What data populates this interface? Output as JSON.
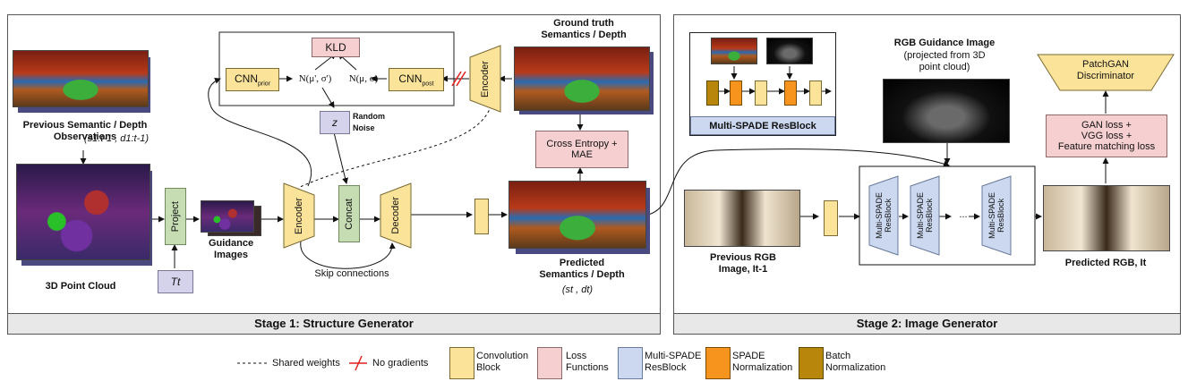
{
  "stage1": {
    "label": "Stage 1: Structure Generator"
  },
  "stage2": {
    "label": "Stage 2: Image Generator"
  },
  "vae": {
    "kld": "KLD",
    "cnn_prior": "CNN",
    "cnn_prior_sub": "prior",
    "n_prior": "N(μ', σ')",
    "n_post": "N(μ, σ)",
    "cnn_post": "CNN",
    "cnn_post_sub": "post",
    "z": "z",
    "random_noise": "Random\nNoise"
  },
  "stage1_nodes": {
    "gt_title": "Ground truth\nSemantics / Depth",
    "encoder_top": "Encoder",
    "cross_entropy": "Cross Entropy +\nMAE",
    "prev_obs": "Previous Semantic / Depth\nObservations",
    "prev_obs_math": "(s1:t-1 , d1:t-1)",
    "point_cloud": "3D Point Cloud",
    "project": "Project",
    "t_label": "Tt",
    "guidance_images": "Guidance\nImages",
    "encoder": "Encoder",
    "concat": "Concat",
    "decoder": "Decoder",
    "skip": "Skip connections",
    "predicted": "Predicted\nSemantics / Depth",
    "predicted_math": "(st , dt)"
  },
  "stage2_nodes": {
    "multi_spade_resblock_title": "Multi-SPADE ResBlock",
    "rgb_guidance_title": "RGB Guidance Image",
    "rgb_guidance_sub": "(projected from 3D\npoint cloud)",
    "patchgan": "PatchGAN\nDiscriminator",
    "losses": "GAN loss +\nVGG loss +\nFeature matching loss",
    "resblock": "Multi-SPADE\nResBlock",
    "ellipsis": "...",
    "prev_rgb": "Previous RGB\nImage, It-1",
    "pred_rgb": "Predicted RGB, It"
  },
  "legend": {
    "shared_weights": "Shared weights",
    "no_gradients": "No gradients",
    "conv_block": "Convolution\nBlock",
    "loss_functions": "Loss\nFunctions",
    "multi_spade": "Multi-SPADE\nResBlock",
    "spade_norm": "SPADE\nNormalization",
    "batch_norm": "Batch\nNormalization"
  },
  "colors": {
    "conv": "#fbe49a",
    "loss": "#f6cfd1",
    "resblock": "#cbd8f0",
    "spade": "#f7941d",
    "batchnorm": "#b8860b"
  }
}
